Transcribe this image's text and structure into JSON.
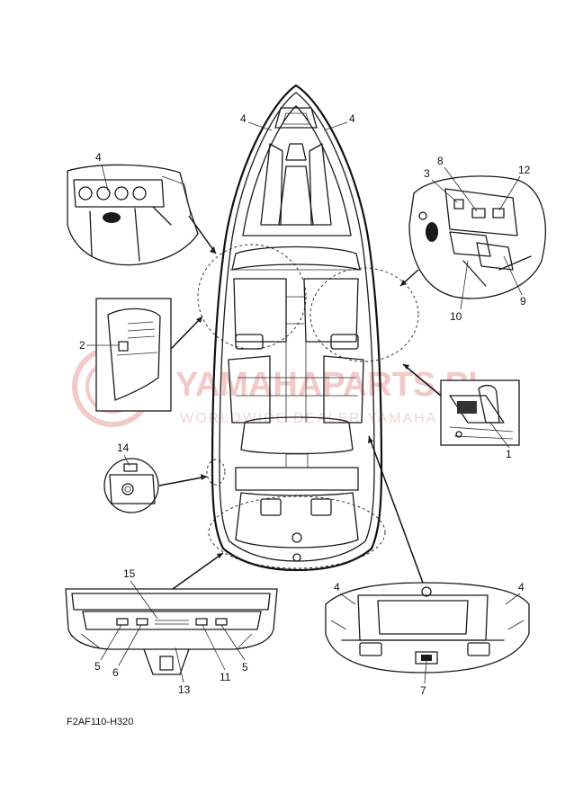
{
  "diagram": {
    "code": "F2AF110-H320",
    "watermark": {
      "line1": "YAMAHAPARTS.PL",
      "line2": "WORLDWIDE DEALER YAMAHA"
    },
    "callouts": [
      {
        "id": "c4a",
        "text": "4"
      },
      {
        "id": "c4b",
        "text": "4"
      },
      {
        "id": "c4c",
        "text": "4"
      },
      {
        "id": "c3",
        "text": "3"
      },
      {
        "id": "c8",
        "text": "8"
      },
      {
        "id": "c12",
        "text": "12"
      },
      {
        "id": "c9",
        "text": "9"
      },
      {
        "id": "c10",
        "text": "10"
      },
      {
        "id": "c2",
        "text": "2"
      },
      {
        "id": "c1",
        "text": "1"
      },
      {
        "id": "c14",
        "text": "14"
      },
      {
        "id": "c15",
        "text": "15"
      },
      {
        "id": "c5a",
        "text": "5"
      },
      {
        "id": "c6",
        "text": "6"
      },
      {
        "id": "c13",
        "text": "13"
      },
      {
        "id": "c11",
        "text": "11"
      },
      {
        "id": "c5b",
        "text": "5"
      },
      {
        "id": "c4d",
        "text": "4"
      },
      {
        "id": "c4e",
        "text": "4"
      },
      {
        "id": "c7",
        "text": "7"
      }
    ]
  }
}
